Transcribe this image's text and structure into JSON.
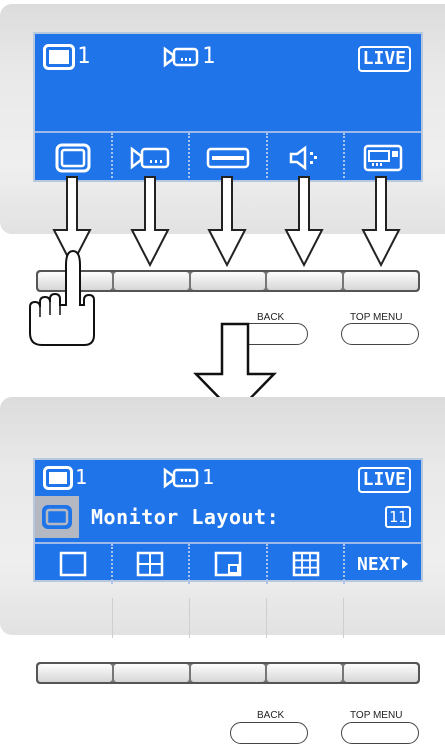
{
  "top_panel": {
    "status": {
      "monitor_number": "1",
      "camera_number": "1",
      "mode": "LIVE"
    },
    "softkeys": [
      {
        "icon": "monitor-icon"
      },
      {
        "icon": "camera-icon"
      },
      {
        "icon": "dvr-icon"
      },
      {
        "icon": "speaker-icon"
      },
      {
        "icon": "keyboard-icon"
      }
    ],
    "buttons": {
      "back_label": "BACK",
      "top_menu_label": "TOP MENU"
    }
  },
  "bottom_panel": {
    "status": {
      "monitor_number": "1",
      "camera_number": "1",
      "mode": "LIVE"
    },
    "menu": {
      "title": "Monitor Layout:",
      "layout_value": "11"
    },
    "softkeys": [
      {
        "icon": "single-layout-icon"
      },
      {
        "icon": "quad-layout-icon"
      },
      {
        "icon": "pip-layout-icon"
      },
      {
        "icon": "nine-split-layout-icon"
      },
      {
        "label": "NEXT"
      }
    ],
    "buttons": {
      "back_label": "BACK",
      "top_menu_label": "TOP MENU"
    }
  },
  "colors": {
    "lcd": "#1f74ea",
    "selected_bg": "#b4b8c2",
    "panel": "#e6e6e6"
  }
}
